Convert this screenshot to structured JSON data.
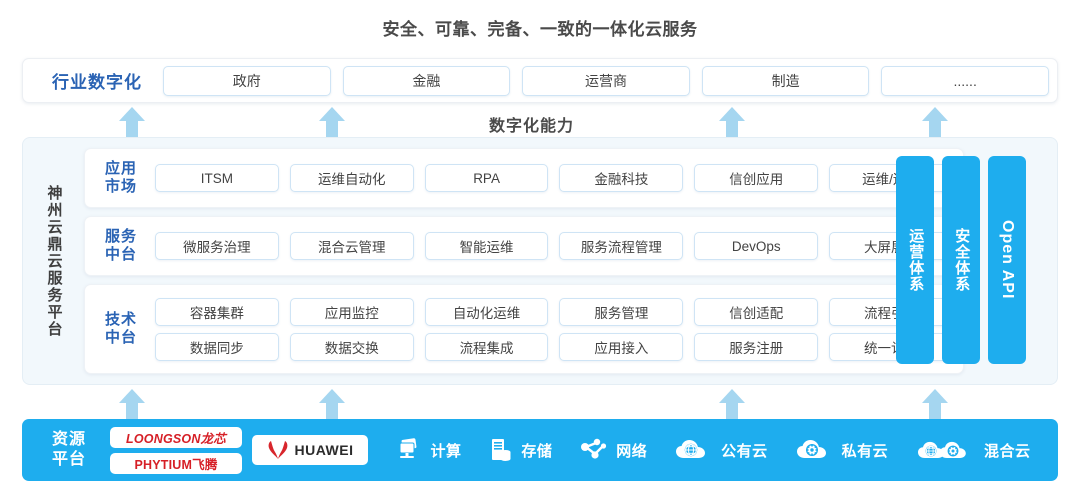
{
  "title": "安全、可靠、完备、一致的一体化云服务",
  "industry": {
    "label": "行业数字化",
    "items": [
      {
        "label": "政府"
      },
      {
        "label": "金融"
      },
      {
        "label": "运营商"
      },
      {
        "label": "制造"
      },
      {
        "label": "......"
      }
    ]
  },
  "band": {
    "label": "数字化能力"
  },
  "platform": {
    "vertical_label": "神州云鼎云服务平台",
    "rows": [
      {
        "name": "应用\n市场",
        "name_line1": "应用",
        "name_line2": "市场",
        "lines": [
          [
            "ITSM",
            "运维自动化",
            "RPA",
            "金融科技",
            "信创应用",
            "运维/运营"
          ]
        ]
      },
      {
        "name_line1": "服务",
        "name_line2": "中台",
        "lines": [
          [
            "微服务治理",
            "混合云管理",
            "智能运维",
            "服务流程管理",
            "DevOps",
            "大屏展示"
          ]
        ]
      },
      {
        "name_line1": "技术",
        "name_line2": "中台",
        "lines": [
          [
            "容器集群",
            "应用监控",
            "自动化运维",
            "服务管理",
            "信创适配",
            "流程引擎"
          ],
          [
            "数据同步",
            "数据交换",
            "流程集成",
            "应用接入",
            "服务注册",
            "统一认证"
          ]
        ]
      }
    ],
    "pillars": [
      {
        "label": "运营体系",
        "lang": "cn"
      },
      {
        "label": "安全体系",
        "lang": "cn"
      },
      {
        "label": "Open API",
        "lang": "en"
      }
    ]
  },
  "resource": {
    "label_line1": "资源",
    "label_line2": "平台",
    "logos": [
      {
        "name": "loongson",
        "text": "LOONGSON龙芯"
      },
      {
        "name": "phytium",
        "text": "PHYTIUM飞腾"
      },
      {
        "name": "huawei",
        "text": "HUAWEI"
      }
    ],
    "items": [
      {
        "label": "计算",
        "icon": "compute-icon"
      },
      {
        "label": "存储",
        "icon": "storage-icon"
      },
      {
        "label": "网络",
        "icon": "network-icon"
      },
      {
        "label": "公有云",
        "icon": "public-cloud-icon"
      },
      {
        "label": "私有云",
        "icon": "private-cloud-icon"
      },
      {
        "label": "混合云",
        "icon": "hybrid-cloud-icon"
      }
    ]
  },
  "colors": {
    "accent_blue": "#1eadee",
    "label_blue": "#2a63b4",
    "arrow_blue": "#a5d6f0",
    "panel_bg": "#f2f8fc",
    "logo_red": "#d61f26",
    "title_gray": "#4a4a4a"
  }
}
